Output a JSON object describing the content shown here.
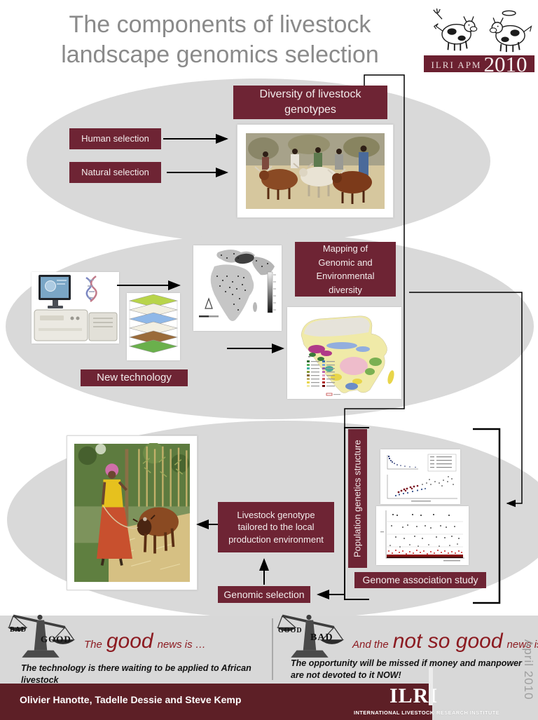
{
  "slide": {
    "title_line1": "The components of livestock",
    "title_line2": "landscape genomics selection",
    "side_date": "April 2010"
  },
  "logo": {
    "wordmark": "ILRI APM",
    "year": "2010"
  },
  "diagram": {
    "diversity": "Diversity of livestock genotypes",
    "human_selection": "Human selection",
    "natural_selection": "Natural selection",
    "mapping": "Mapping of Genomic and Environmental diversity",
    "new_technology": "New technology",
    "livestock_genotype": "Livestock genotype tailored to the local production environment",
    "population_genetics": "Population genetics structure",
    "genome_association": "Genome association study",
    "genomic_selection": "Genomic selection"
  },
  "figures": {
    "cattle_photo": "Herders with diverse cattle",
    "sequencer_photo": "Genotyping technology and DNA",
    "gis_layers": "Layered GIS environmental data",
    "bw_map": "Sampling map of Africa, Europe and Middle East",
    "eco_map": "African agro-ecological zones map with legend",
    "woman_cow_photo": "Farmer with cow in local production environment",
    "structure_chart": "Population genetics scatter plot",
    "association_chart": "Genome-wide association plot"
  },
  "good_panel": {
    "scale_left": "BAD",
    "scale_right": "GOOD",
    "lead_prefix": "The",
    "lead_highlight": "good",
    "lead_suffix": "news is …",
    "body": "The technology is there waiting to be applied to African livestock"
  },
  "bad_panel": {
    "scale_left": "GOOD",
    "scale_right": "BAD",
    "lead_prefix": "And the",
    "lead_highlight": "not so good",
    "lead_suffix": "news is …",
    "body": "The  opportunity will be missed if money and manpower are not devoted to it NOW!"
  },
  "footer": {
    "authors": "Olivier Hanotte, Tadelle Dessie and Steve Kemp",
    "ilri_wordmark": "ILRI",
    "org_name_left": "INTERNATIONAL LIVESTOCK",
    "org_name_right": "RESEARCH INSTITUTE"
  },
  "colors": {
    "maroon_box": "#6e2434",
    "footer_bar": "#5d1f26",
    "accent_red": "#8c1b21",
    "ellipse_gray": "#d9d9d9",
    "strip_gray": "#d8d8d8",
    "title_gray": "#8a8a8a"
  }
}
